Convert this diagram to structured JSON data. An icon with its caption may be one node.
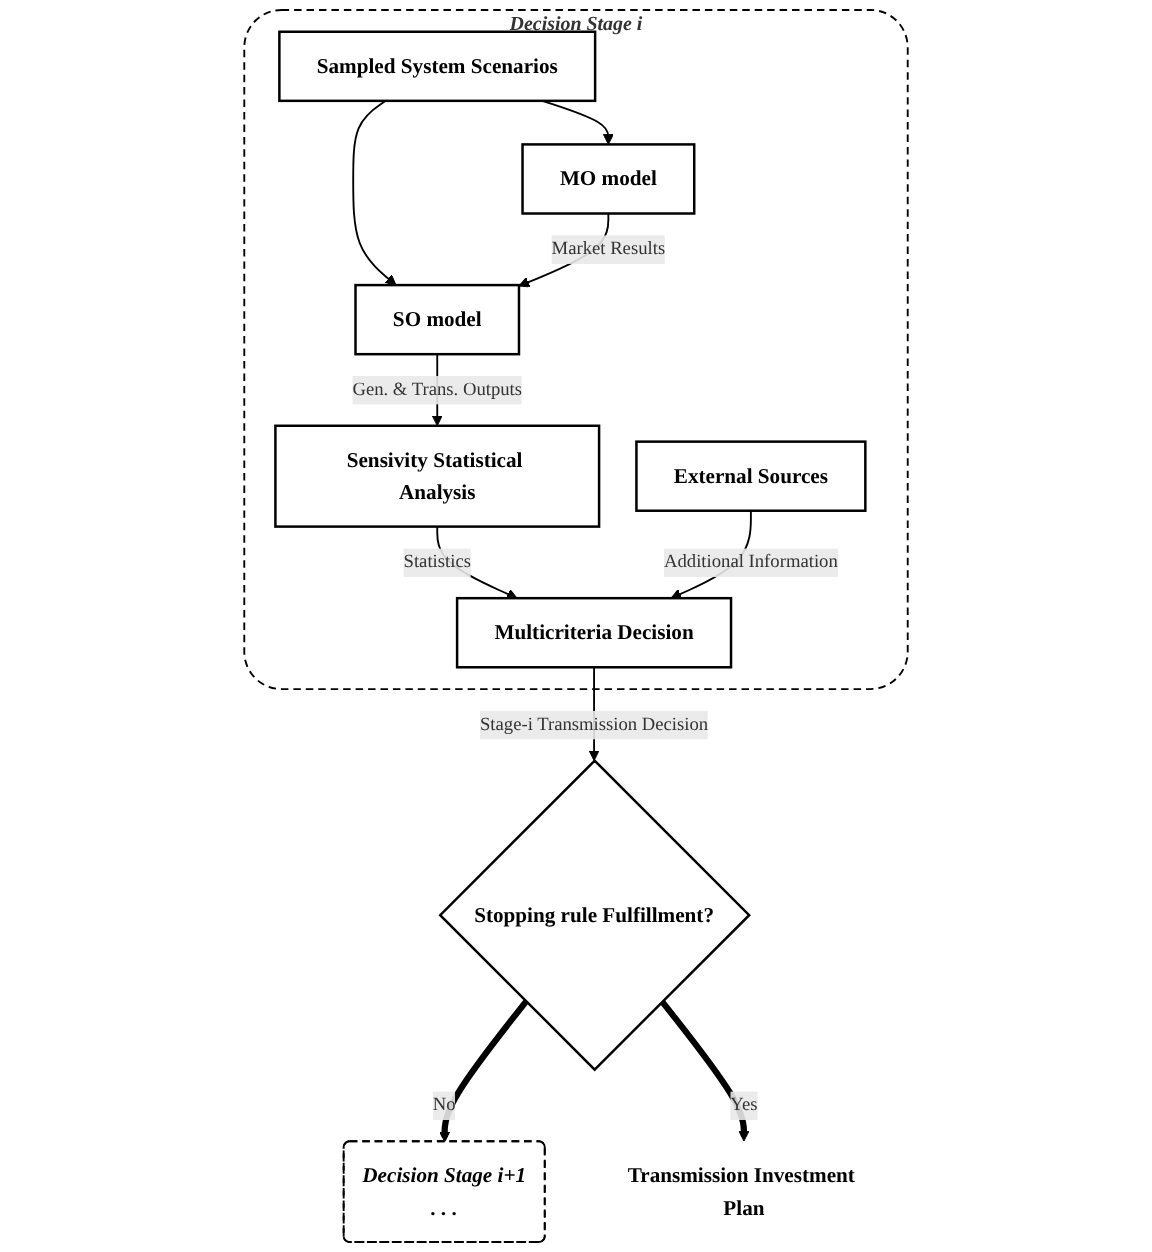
{
  "diagram": {
    "nodes": [
      {
        "text": [
          "Decision Stage i"
        ]
      },
      {
        "text": [
          "Sampled System Scenarios"
        ],
        "in": 0
      },
      {
        "text": [
          "MO model"
        ],
        "in": 0
      },
      {
        "text": [
          "SO model"
        ],
        "in": 0
      },
      {
        "text": [
          "Sensivity Statistical Analysis"
        ],
        "in": 0
      },
      {
        "text": [
          "Multicriteria Decision"
        ],
        "in": 0
      },
      {
        "text": [
          "External Sources"
        ],
        "in": 0
      },
      {
        "text": [
          "Stopping rule Fulfillment?"
        ]
      },
      {
        "text": [
          "Transmission Investment Plan"
        ]
      },
      {
        "text": [
          "Decision Stage i+1",
          ". . ."
        ]
      }
    ],
    "edges": [
      {
        "from": 1,
        "to": 2,
        "arrow": "to"
      },
      {
        "from": 1,
        "to": 3,
        "arrow": "to"
      },
      {
        "from": 2,
        "to": 3,
        "arrow": "to",
        "label": "Market Results"
      },
      {
        "from": 3,
        "to": 4,
        "arrow": "to",
        "label": "Gen. & Trans. Outputs"
      },
      {
        "from": 4,
        "to": 5,
        "arrow": "to",
        "label": "Statistics"
      },
      {
        "from": 6,
        "to": 5,
        "arrow": "to",
        "label": "Additional Information"
      },
      {
        "from": 5,
        "to": 7,
        "arrow": "to",
        "label": "Stage-i Transmission Decision"
      },
      {
        "from": 7,
        "to": 9,
        "arrow": "to",
        "label": "No",
        "style": "thick"
      },
      {
        "from": 7,
        "to": 8,
        "arrow": "to",
        "label": "Yes",
        "style": "thick"
      }
    ]
  }
}
